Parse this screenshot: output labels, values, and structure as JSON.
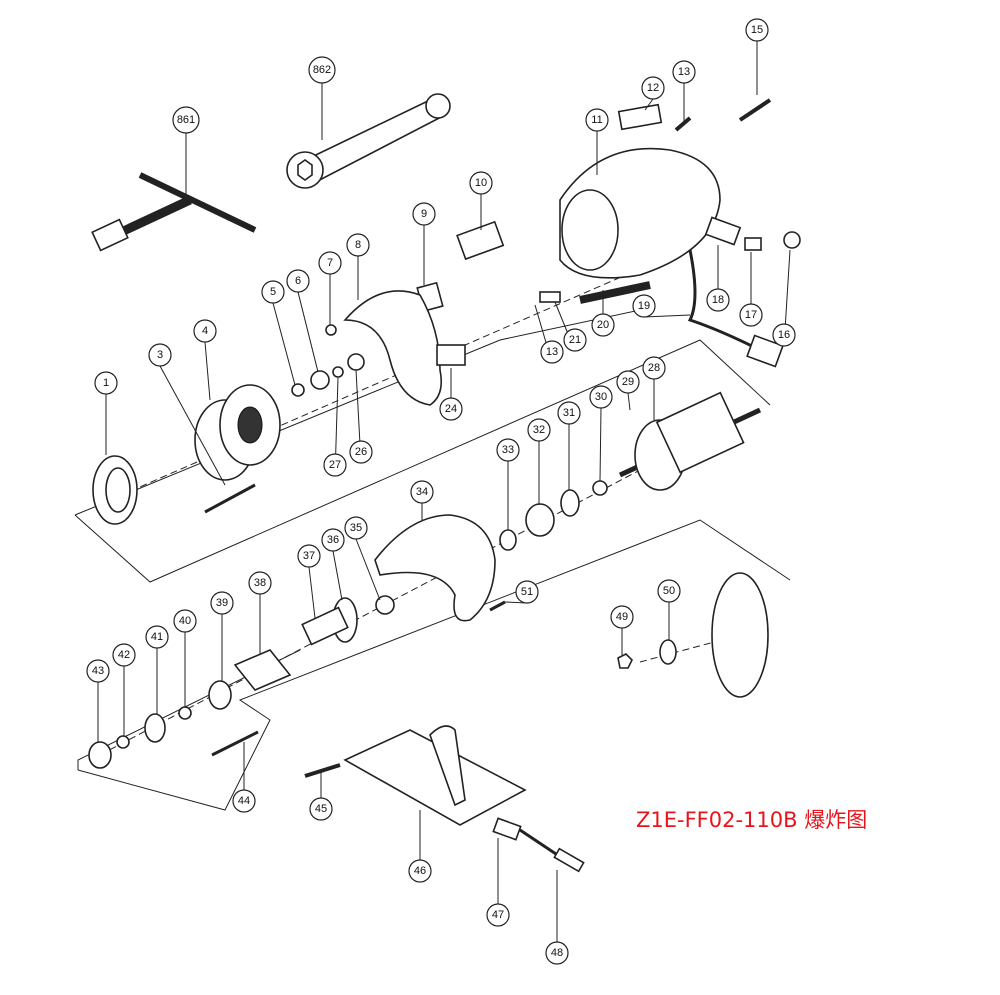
{
  "title": "Z1E-FF02-110B 爆炸图",
  "part_labels": [
    "15",
    "862",
    "12",
    "13",
    "861",
    "11",
    "10",
    "9",
    "8",
    "7",
    "5",
    "6",
    "4",
    "3",
    "1",
    "18",
    "17",
    "16",
    "19",
    "20",
    "21",
    "13",
    "24",
    "27",
    "26",
    "29",
    "28",
    "30",
    "31",
    "32",
    "33",
    "34",
    "35",
    "36",
    "37",
    "38",
    "39",
    "40",
    "41",
    "42",
    "43",
    "50",
    "49",
    "51",
    "44",
    "45",
    "46",
    "47",
    "48"
  ]
}
